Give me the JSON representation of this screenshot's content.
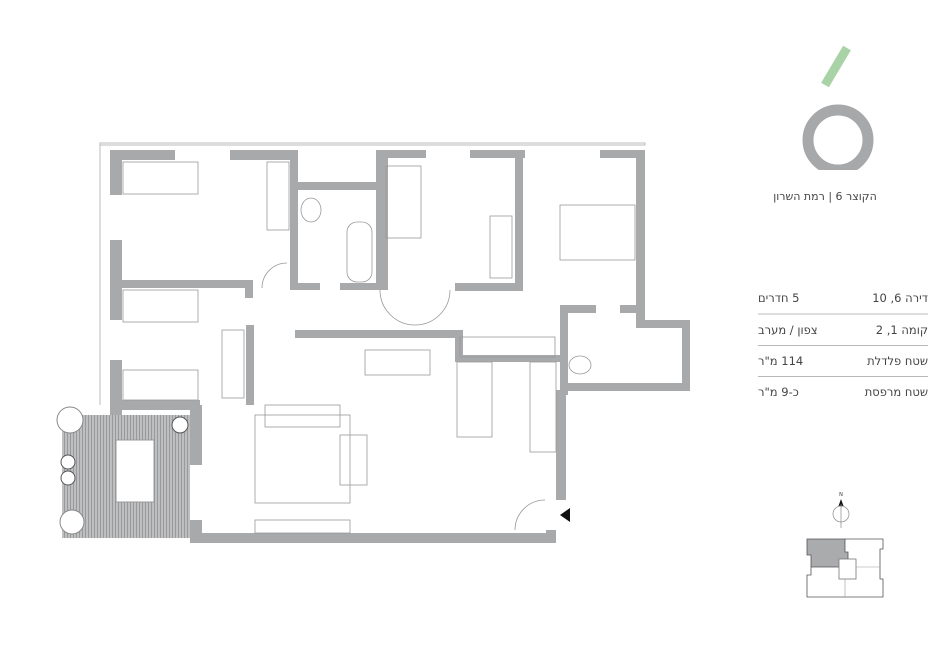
{
  "branding": {
    "title": "הקוצר 6 | רמת השרון",
    "logo_ring_color": "#a6a8aa",
    "logo_accent_color": "#a9d3a6"
  },
  "specs": [
    {
      "label": "דירה 6, 10",
      "value": "5 חדרים"
    },
    {
      "label": "קומה 1, 2",
      "value": "צפון / מערב"
    },
    {
      "label": "שטח פלדלת",
      "value": "114 מ\"ר"
    },
    {
      "label": "שטח מרפסת",
      "value": "כ-9 מ\"ר"
    }
  ],
  "compass": {
    "label": "N"
  },
  "plan": {
    "wall_color": "#a7a9ab",
    "keyplan_highlight_color": "#a9abad"
  }
}
